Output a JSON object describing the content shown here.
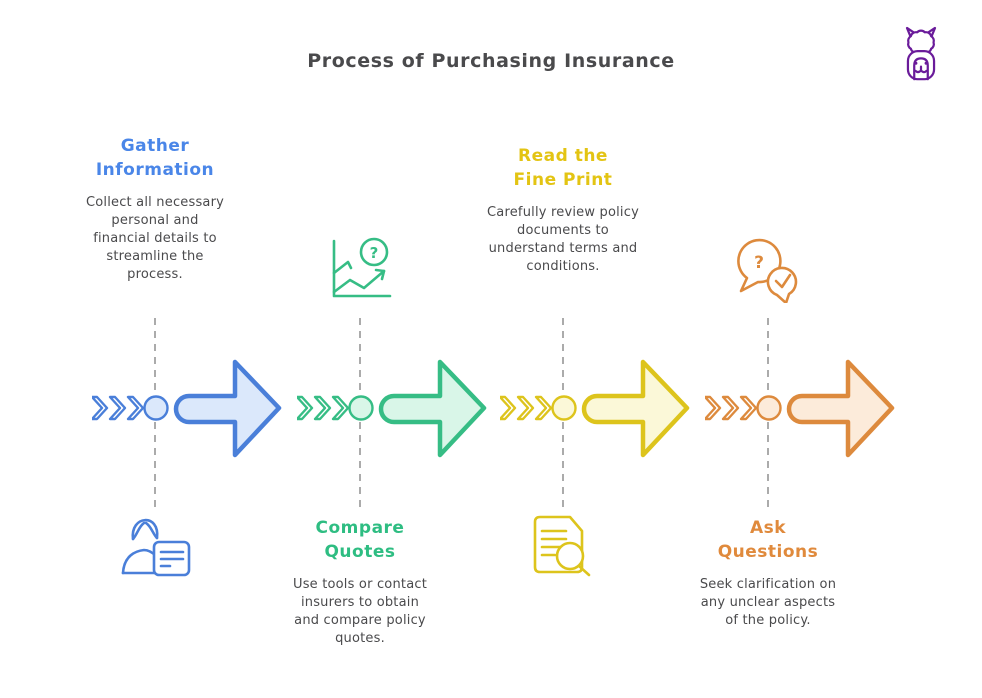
{
  "title": "Process of Purchasing Insurance",
  "logo": {
    "name": "alpaca-logo",
    "color": "#6a1b9a"
  },
  "divider_color": "#ababab",
  "text_color": "#4a4a4c",
  "glyphs": {
    "question": "?"
  },
  "steps": [
    {
      "id": "gather-information",
      "title": "Gather\nInformation",
      "description": "Collect all necessary personal and financial details to streamline the process.",
      "icon": "person-document-icon",
      "layout": "text-top",
      "colors": {
        "accent": "#4a86e8",
        "stroke": "#4a7fd9",
        "fill": "#dbe8fb"
      }
    },
    {
      "id": "compare-quotes",
      "title": "Compare\nQuotes",
      "description": "Use tools or contact insurers to obtain and compare policy quotes.",
      "icon": "chart-question-icon",
      "layout": "icon-top",
      "colors": {
        "accent": "#2ebd82",
        "stroke": "#36bd85",
        "fill": "#d9f6e8"
      }
    },
    {
      "id": "read-the-fine-print",
      "title": "Read the\nFine Print",
      "description": "Carefully review policy documents to understand terms and conditions.",
      "icon": "document-magnifier-icon",
      "layout": "text-top",
      "colors": {
        "accent": "#e3c413",
        "stroke": "#ddc41c",
        "fill": "#fbf8d8"
      }
    },
    {
      "id": "ask-questions",
      "title": "Ask\nQuestions",
      "description": "Seek clarification on any unclear aspects of the policy.",
      "icon": "speech-bubbles-icon",
      "layout": "icon-top",
      "colors": {
        "accent": "#e08a3c",
        "stroke": "#dd8a3d",
        "fill": "#fcebda"
      }
    }
  ]
}
